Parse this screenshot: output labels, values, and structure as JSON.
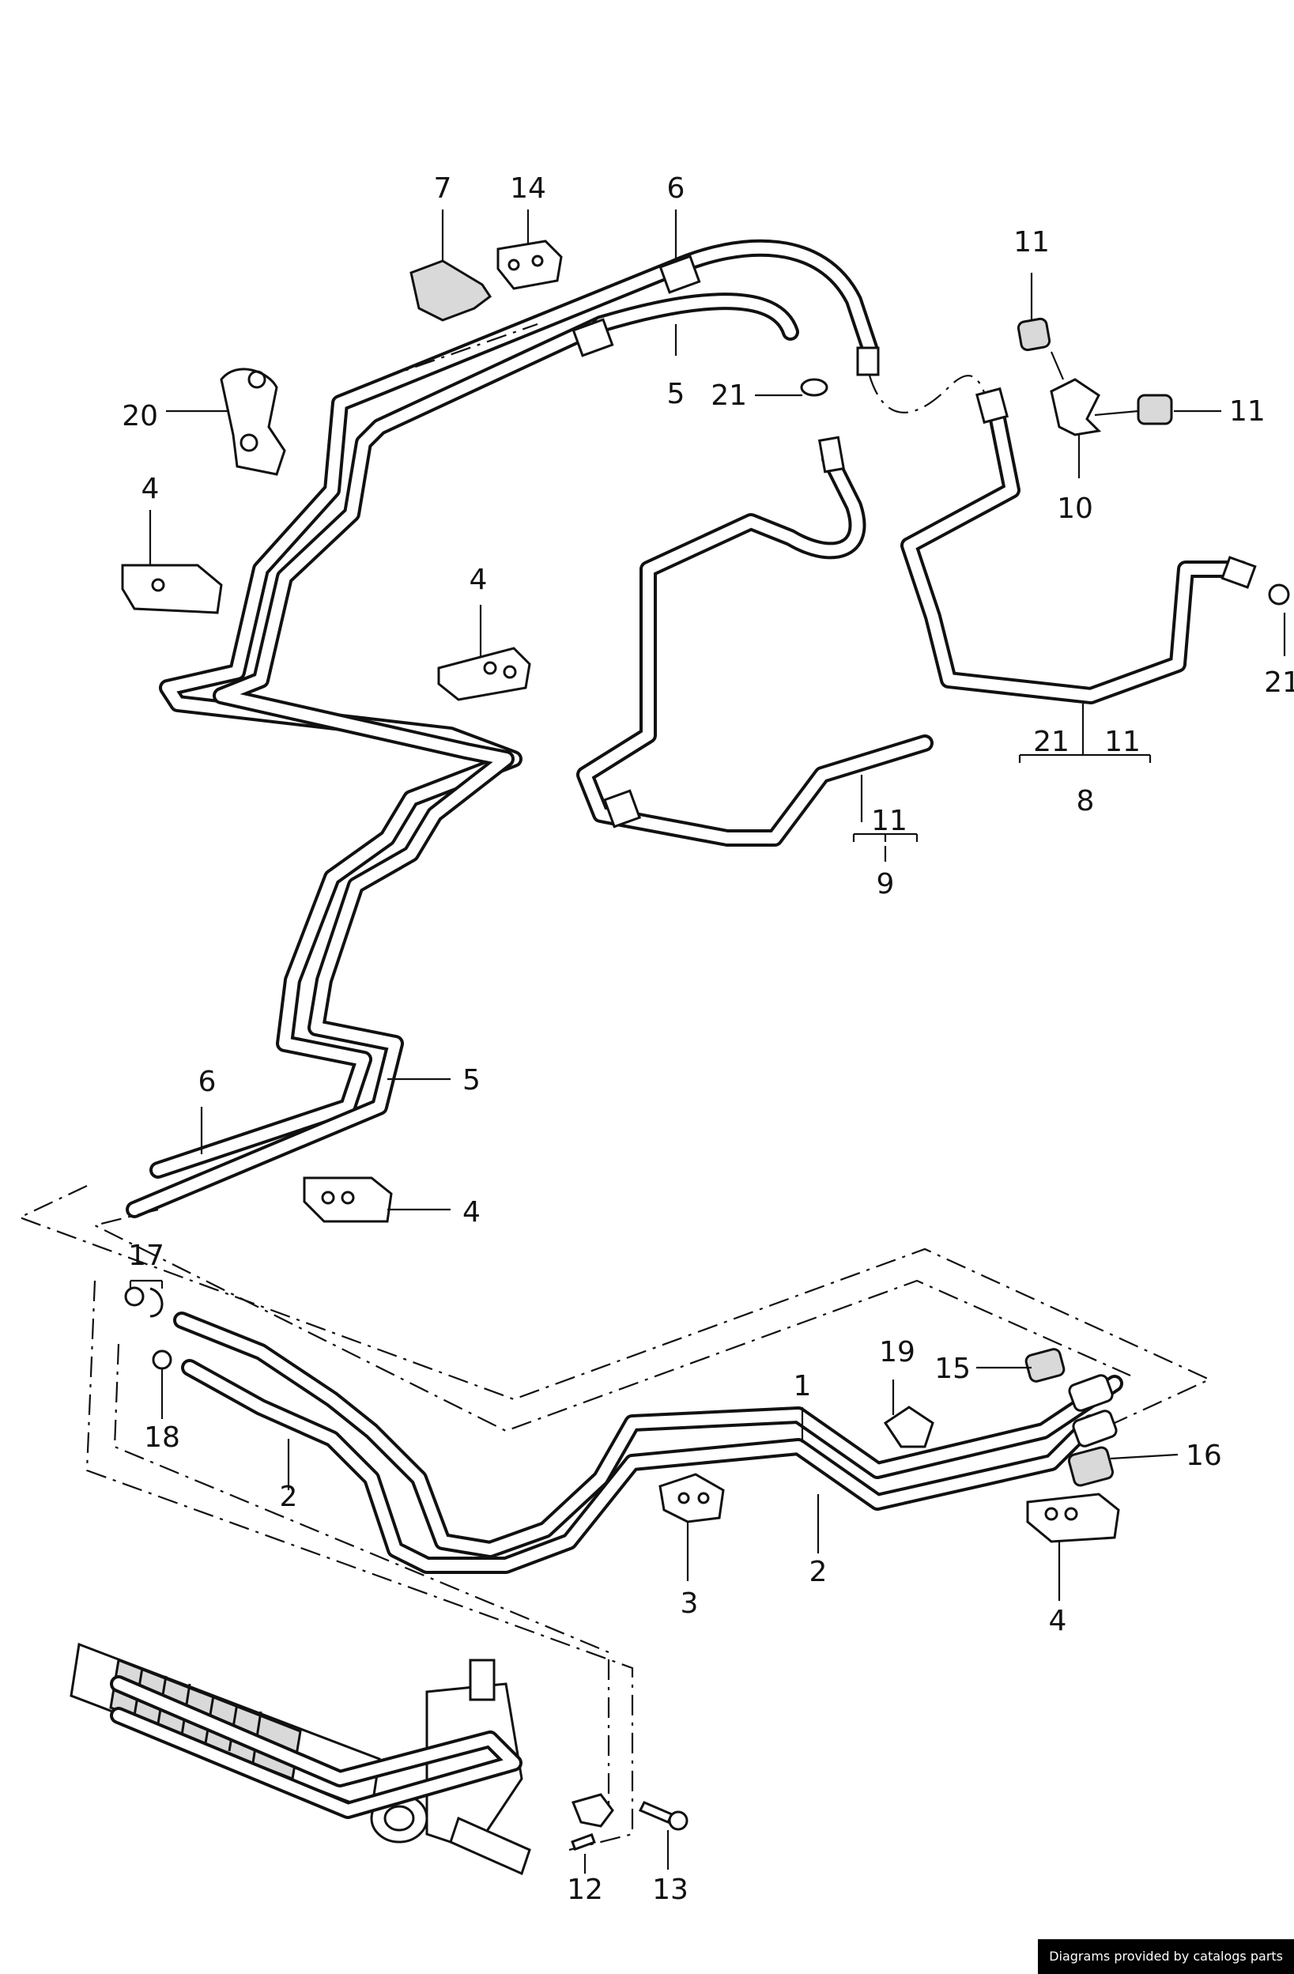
{
  "callouts": [
    {
      "id": "c1",
      "text": "1"
    },
    {
      "id": "c2a",
      "text": "2"
    },
    {
      "id": "c2b",
      "text": "2"
    },
    {
      "id": "c3",
      "text": "3"
    },
    {
      "id": "c4a",
      "text": "4"
    },
    {
      "id": "c4b",
      "text": "4"
    },
    {
      "id": "c4c",
      "text": "4"
    },
    {
      "id": "c4d",
      "text": "4"
    },
    {
      "id": "c5a",
      "text": "5"
    },
    {
      "id": "c5b",
      "text": "5"
    },
    {
      "id": "c6a",
      "text": "6"
    },
    {
      "id": "c6b",
      "text": "6"
    },
    {
      "id": "c7",
      "text": "7"
    },
    {
      "id": "c8",
      "text": "8"
    },
    {
      "id": "c9",
      "text": "9"
    },
    {
      "id": "c10",
      "text": "10"
    },
    {
      "id": "c11a",
      "text": "11"
    },
    {
      "id": "c11b",
      "text": "11"
    },
    {
      "id": "c11c",
      "text": "11"
    },
    {
      "id": "c11d",
      "text": "11"
    },
    {
      "id": "c12",
      "text": "12"
    },
    {
      "id": "c13",
      "text": "13"
    },
    {
      "id": "c14",
      "text": "14"
    },
    {
      "id": "c15",
      "text": "15"
    },
    {
      "id": "c16",
      "text": "16"
    },
    {
      "id": "c17",
      "text": "17"
    },
    {
      "id": "c18",
      "text": "18"
    },
    {
      "id": "c19",
      "text": "19"
    },
    {
      "id": "c20",
      "text": "20"
    },
    {
      "id": "c21a",
      "text": "21"
    },
    {
      "id": "c21b",
      "text": "21"
    },
    {
      "id": "c21c",
      "text": "21"
    }
  ],
  "credit": "Diagrams provided by catalogs parts"
}
